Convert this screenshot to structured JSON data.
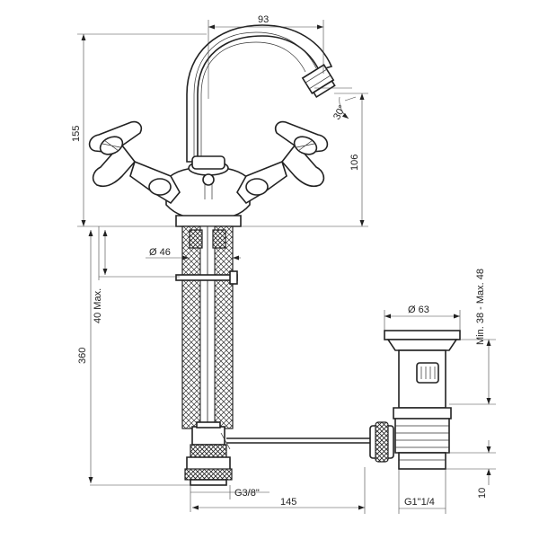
{
  "dimensions": {
    "spout_reach": "93",
    "total_height": "155",
    "spout_height": "106",
    "spout_angle": "30°",
    "base_diameter": "Ø 46",
    "max_deck": "40 Max.",
    "below_deck": "360",
    "waste_diameter": "Ø 63",
    "waste_range": "Min. 38 - Max. 48",
    "inlet_thread": "G3/8\"",
    "pipe_length": "145",
    "waste_thread": "G1\"1/4",
    "waste_tail": "10"
  },
  "colors": {
    "line": "#222222",
    "background": "#ffffff"
  }
}
